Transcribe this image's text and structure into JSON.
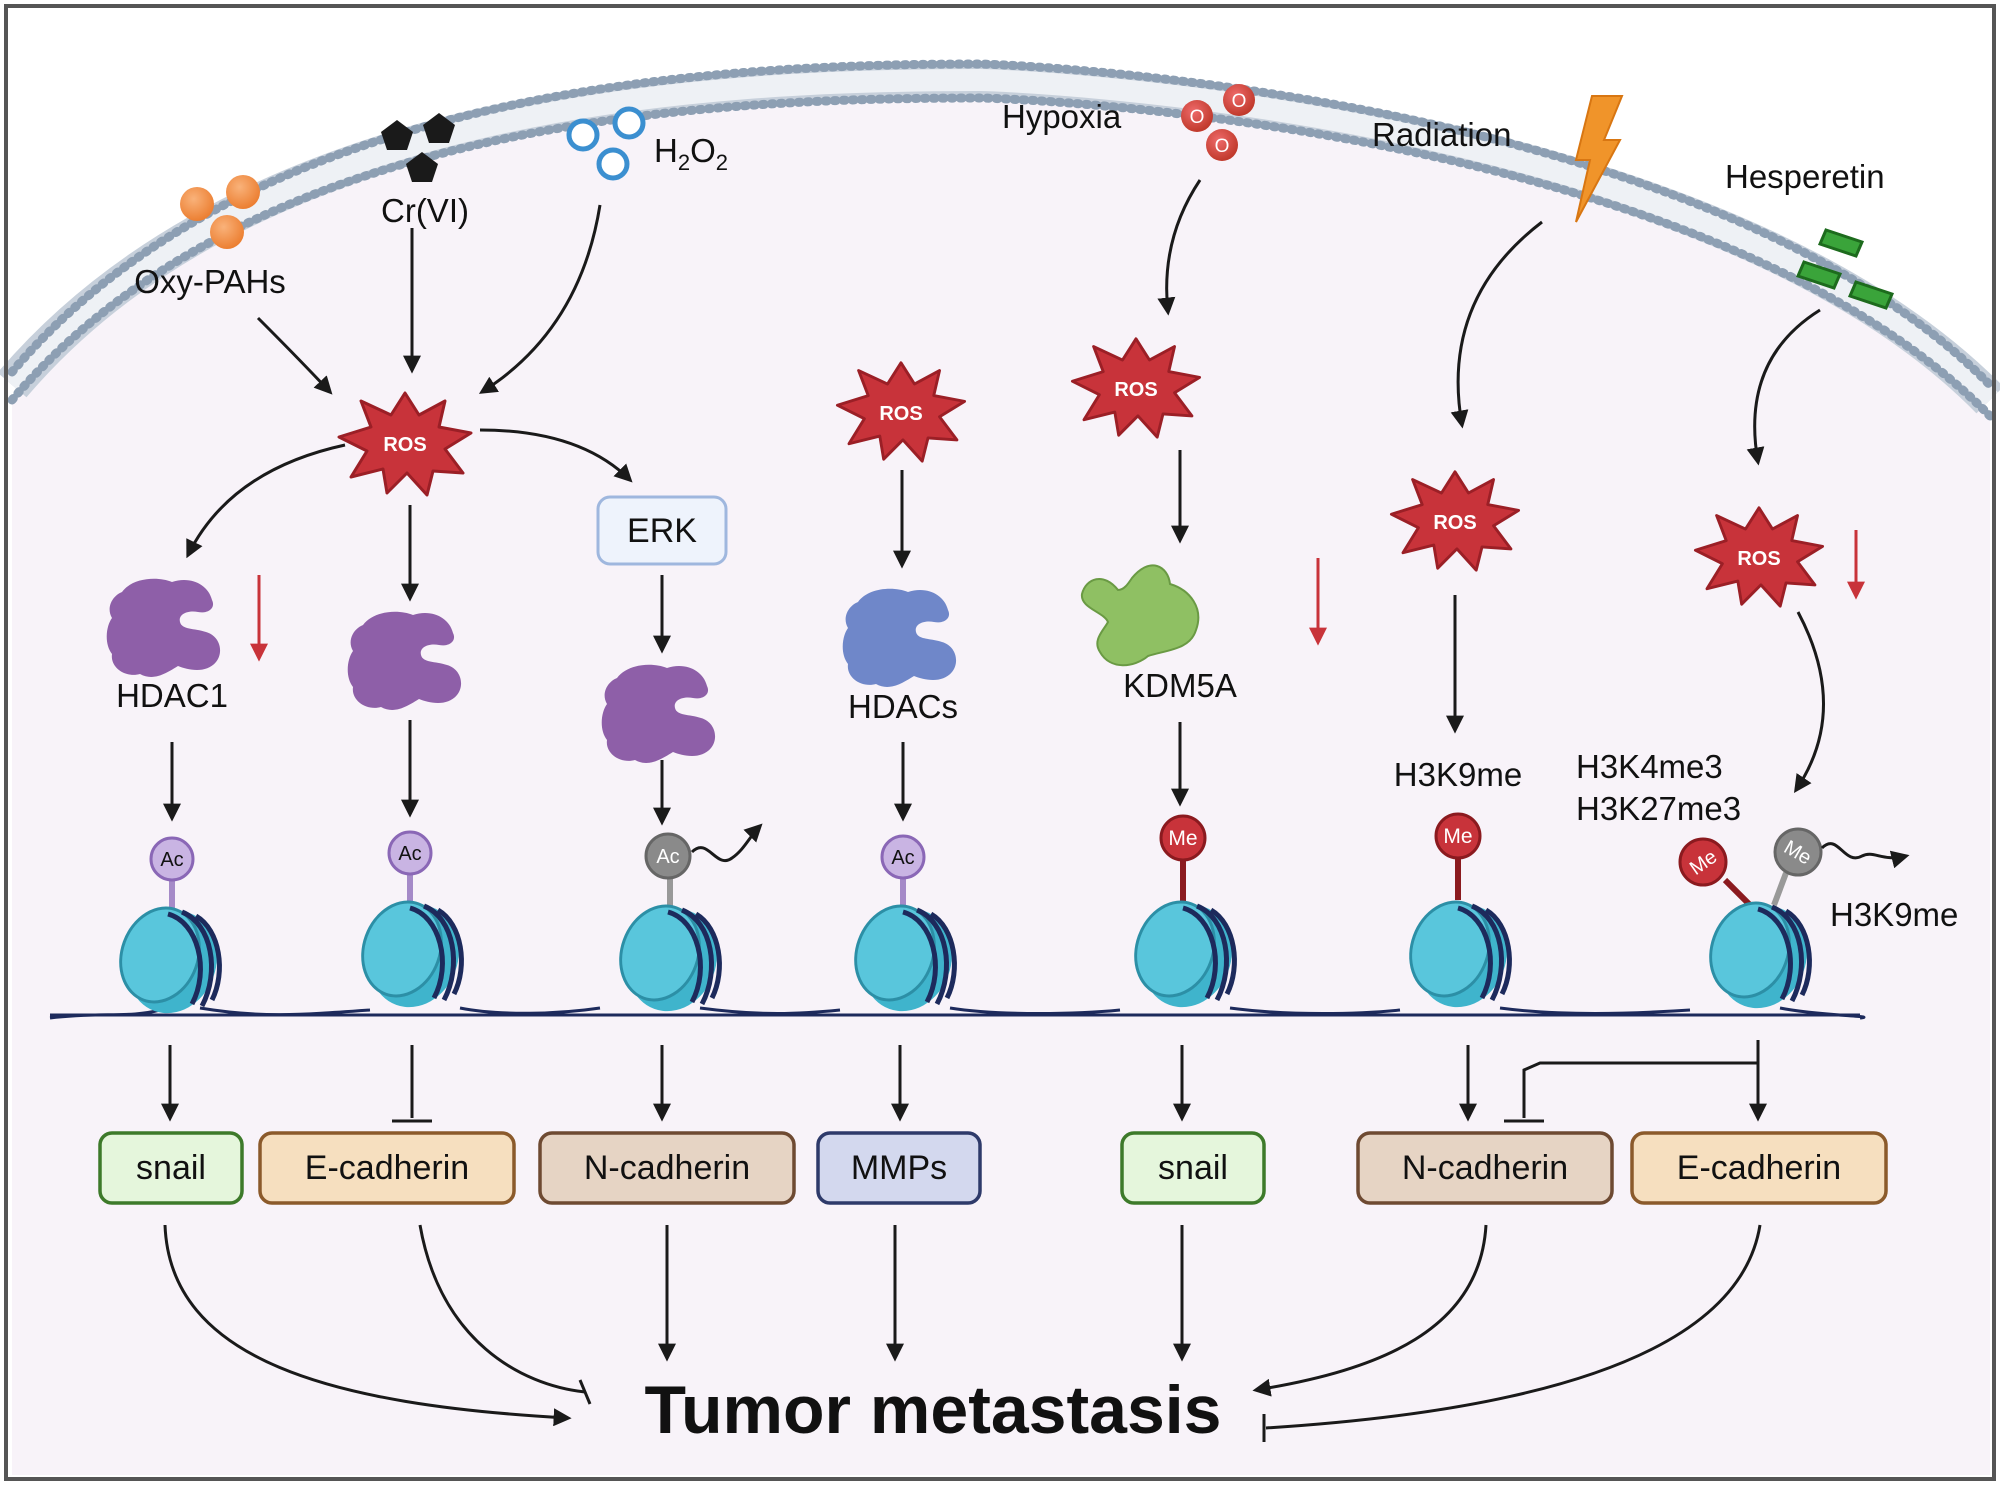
{
  "stimuli": {
    "oxy_pahs": "Oxy-PAHs",
    "crvi": "Cr(VI)",
    "h2o2_main": "H",
    "h2o2_sub1": "2",
    "h2o2_mid": "O",
    "h2o2_sub2": "2",
    "hypoxia": "Hypoxia",
    "o2_symbol": "O",
    "radiation": "Radiation",
    "hesperetin": "Hesperetin"
  },
  "ros_label": "ROS",
  "erk": "ERK",
  "enzymes": {
    "hdac1": "HDAC1",
    "hdacs": "HDACs",
    "kdm5a": "KDM5A"
  },
  "marks": {
    "ac": "Ac",
    "me": "Me",
    "h3k9me_1": "H3K9me",
    "h3k4me3": "H3K4me3",
    "h3k27me3": "H3K27me3",
    "h3k9me_2": "H3K9me"
  },
  "genes": {
    "snail_1": "snail",
    "ecad_1": "E-cadherin",
    "ncad_1": "N-cadherin",
    "mmps": "MMPs",
    "snail_2": "snail",
    "ncad_2": "N-cadherin",
    "ecad_2": "E-cadherin"
  },
  "outcome": "Tumor metastasis",
  "colors": {
    "ros": "#c8333a",
    "hdac_purple": "#8e5fa8",
    "hdac_blue": "#6f87c9",
    "kdm5a_green": "#8fc063",
    "nucleosome": "#3fb4cc",
    "dna": "#1d2a5c",
    "snail_box": "#e5f6dc",
    "ecad_box": "#f6dfbf",
    "ncad_box": "#e6d4c4",
    "mmps_box": "#d3d8ee",
    "erk_box": "#eef3fc",
    "membrane": "#8d9fb3",
    "cell_bg": "#f8f3f9"
  }
}
